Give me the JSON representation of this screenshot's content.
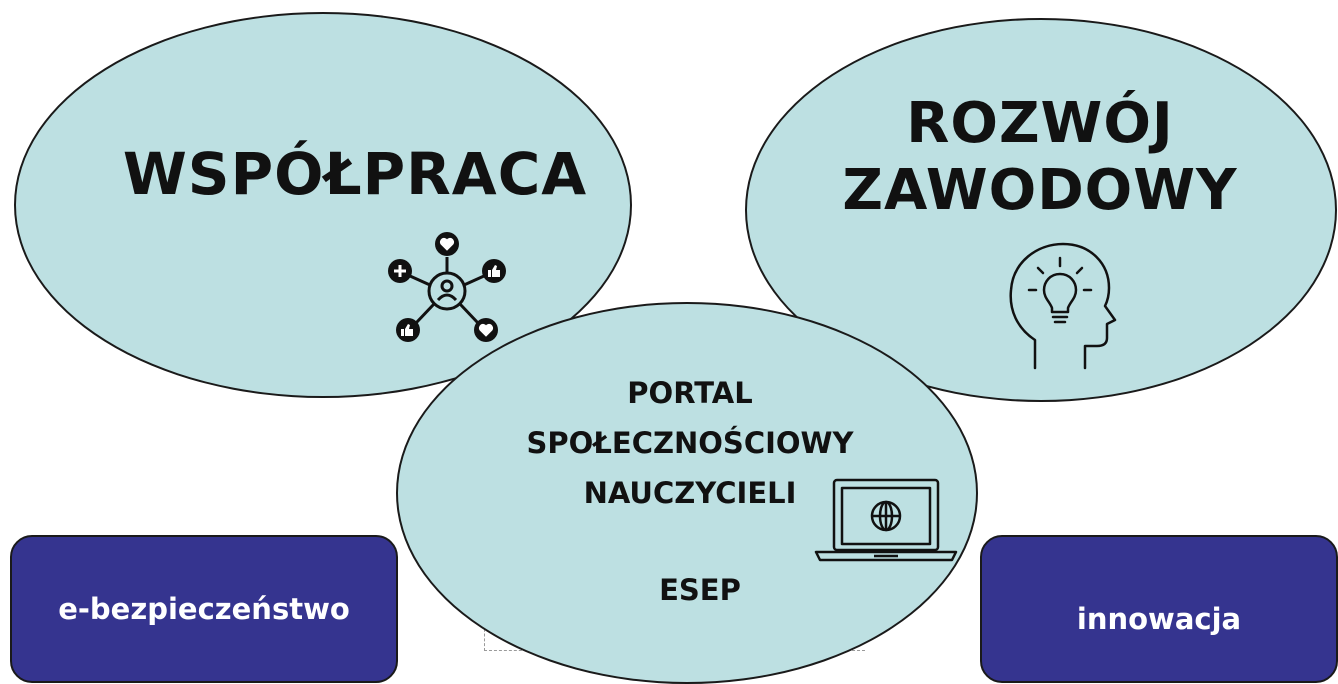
{
  "colors": {
    "ellipse_fill": "#bde0e2",
    "ellipse_stroke": "#1a1a1a",
    "box_fill": "#35348f",
    "box_text": "#ffffff",
    "title_text": "#111111"
  },
  "nodes": {
    "left": {
      "title": "WSPÓŁPRACA",
      "icon": "network-people-icon"
    },
    "right": {
      "title_lines": [
        "ROZWÓJ",
        "ZAWODOWY"
      ],
      "icon": "head-lightbulb-icon"
    },
    "center": {
      "title_lines": [
        "PORTAL",
        "SPOŁECZNOŚCIOWY",
        "NAUCZYCIELI"
      ],
      "subtitle": "ESEP",
      "icon": "laptop-globe-icon"
    }
  },
  "boxes": {
    "left": "e-bezpieczeństwo",
    "right": "innowacja"
  }
}
